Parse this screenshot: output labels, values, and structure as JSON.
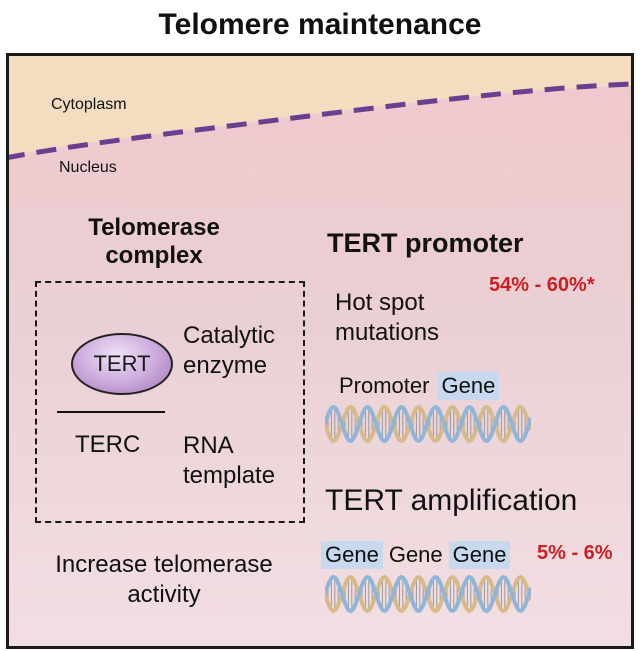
{
  "title": "Telomere maintenance",
  "regions": {
    "cytoplasm": "Cytoplasm",
    "nucleus": "Nucleus"
  },
  "complex": {
    "heading": "Telomerase complex",
    "tert": "TERT",
    "tert_desc": "Catalytic enzyme",
    "terc": "TERC",
    "terc_desc": "RNA template"
  },
  "effect": "Increase telomerase activity",
  "promoter": {
    "heading": "TERT promoter",
    "frequency": "54% - 60%*",
    "mutation_label": "Hot spot mutations",
    "segments": [
      "Promoter",
      "Gene"
    ]
  },
  "amplification": {
    "heading": "TERT amplification",
    "frequency": "5% - 6%",
    "segments": [
      "Gene",
      "Gene",
      "Gene"
    ]
  },
  "colors": {
    "cytoplasm": "#f3dcc0",
    "membrane": "#6b3f8f",
    "nucleus": "#efd0d4",
    "tert_oval": "#b893cc",
    "gene_highlight": "#c7d9ef",
    "frequency_text": "#cc1f24",
    "dna_strand_a": "#d8b98a",
    "dna_strand_b": "#8fb6d9"
  }
}
